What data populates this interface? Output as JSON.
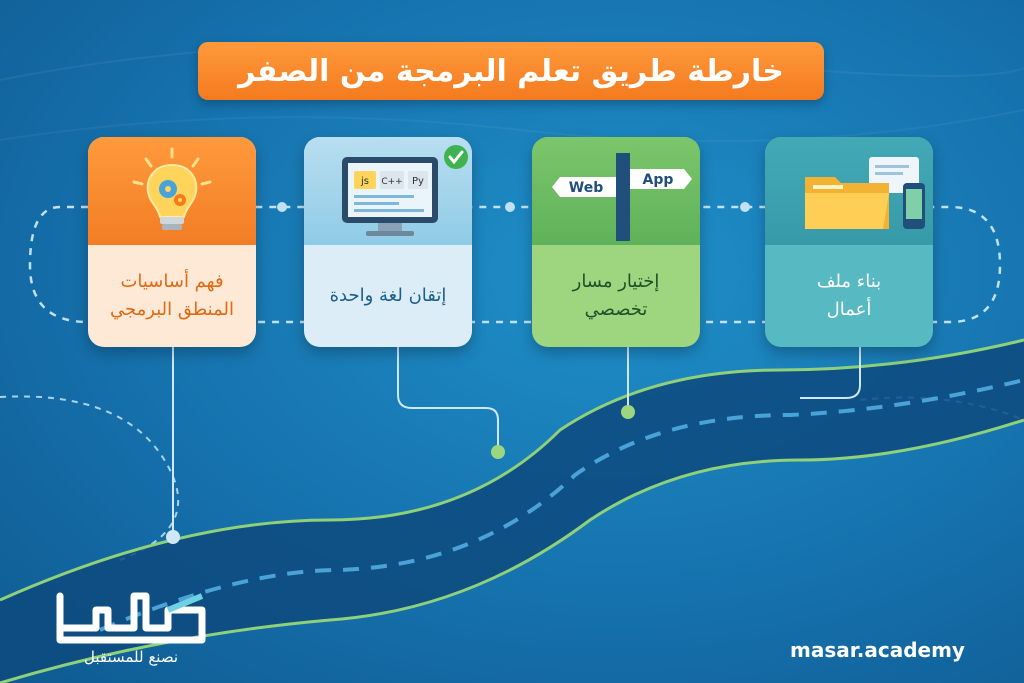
{
  "title": "خارطة طريق تعلم البرمجة من الصفر",
  "steps": [
    {
      "label_line1": "فهم أساسيات",
      "label_line2": "المنطق البرمجي",
      "icon": "lightbulb-gears-icon"
    },
    {
      "label_line1": "إتقان لغة واحدة",
      "label_line2": "",
      "icon": "computer-code-languages-icon",
      "code_tags": [
        "js",
        "C++",
        "Py"
      ]
    },
    {
      "label_line1": "إختيار مسار",
      "label_line2": "تخصصي",
      "icon": "signpost-icon",
      "sign_left": "Web",
      "sign_right": "App"
    },
    {
      "label_line1": "بناء ملف",
      "label_line2": "أعمال",
      "icon": "portfolio-folder-icon"
    }
  ],
  "logo": {
    "text": "مسار",
    "tagline": "نصنع للمستقبل"
  },
  "website": "masar.academy",
  "colors": {
    "orange": "#f47a1f",
    "blue_bg": "#1672ad",
    "green": "#7cc56a",
    "teal": "#43a9b5"
  }
}
